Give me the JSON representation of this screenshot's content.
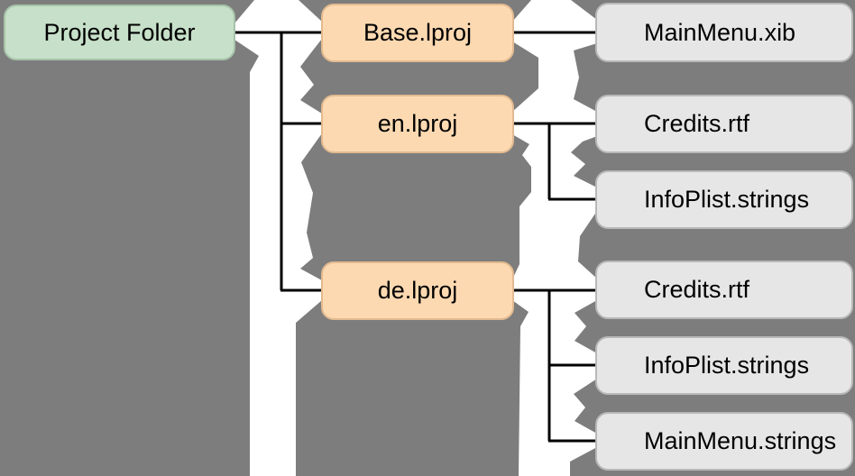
{
  "tree": {
    "root": {
      "label": "Project Folder"
    },
    "folders": [
      {
        "label": "Base.lproj",
        "parent": "Project Folder"
      },
      {
        "label": "en.lproj",
        "parent": "Project Folder"
      },
      {
        "label": "de.lproj",
        "parent": "Project Folder"
      }
    ],
    "files": [
      {
        "label": "MainMenu.xib",
        "parent": "Base.lproj"
      },
      {
        "label": "Credits.rtf",
        "parent": "en.lproj"
      },
      {
        "label": "InfoPlist.strings",
        "parent": "en.lproj"
      },
      {
        "label": "Credits.rtf",
        "parent": "de.lproj"
      },
      {
        "label": "InfoPlist.strings",
        "parent": "de.lproj"
      },
      {
        "label": "MainMenu.strings",
        "parent": "de.lproj"
      }
    ]
  },
  "colors": {
    "background": "#7d7d7d",
    "tear": "#ffffff",
    "root_fill": "#c7e0c9",
    "folder_fill": "#fcd9b1",
    "file_fill": "#e5e6e5",
    "connector": "#000000",
    "text": "#000000"
  }
}
